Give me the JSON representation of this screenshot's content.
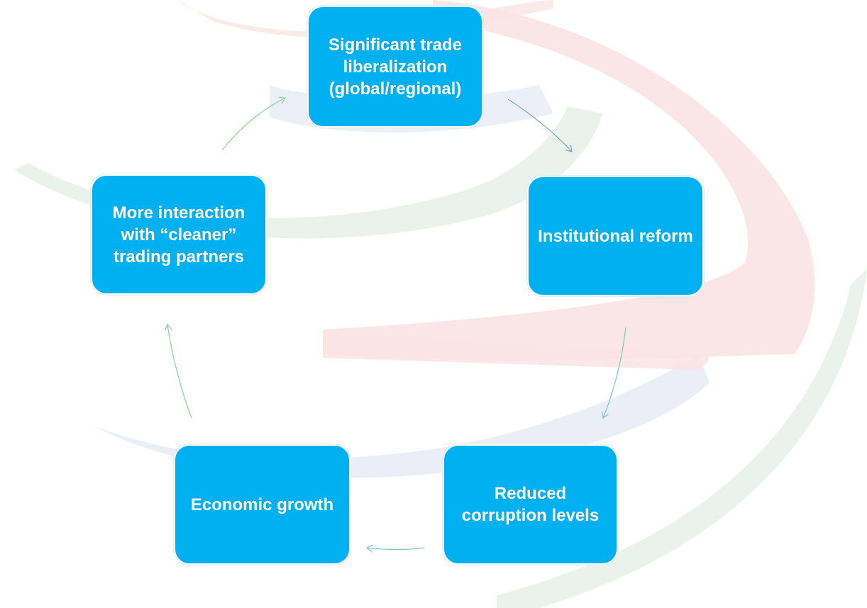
{
  "diagram": {
    "nodes": [
      {
        "id": "trade",
        "label": "Significant trade liberalization (global/regional)"
      },
      {
        "id": "inst",
        "label": "Institutional reform"
      },
      {
        "id": "corr",
        "label": "Reduced corruption levels"
      },
      {
        "id": "growth",
        "label": "Economic growth"
      },
      {
        "id": "inter",
        "label": "More interaction with “cleaner” trading partners"
      }
    ],
    "cycle": [
      "trade",
      "inst",
      "corr",
      "growth",
      "inter",
      "trade"
    ]
  },
  "colors": {
    "node_fill": "#00b0f0",
    "node_text": "#ffffff",
    "background_red": "#fbe3e4",
    "background_blue": "#e9ebf6",
    "background_green": "#e7f2ea"
  }
}
